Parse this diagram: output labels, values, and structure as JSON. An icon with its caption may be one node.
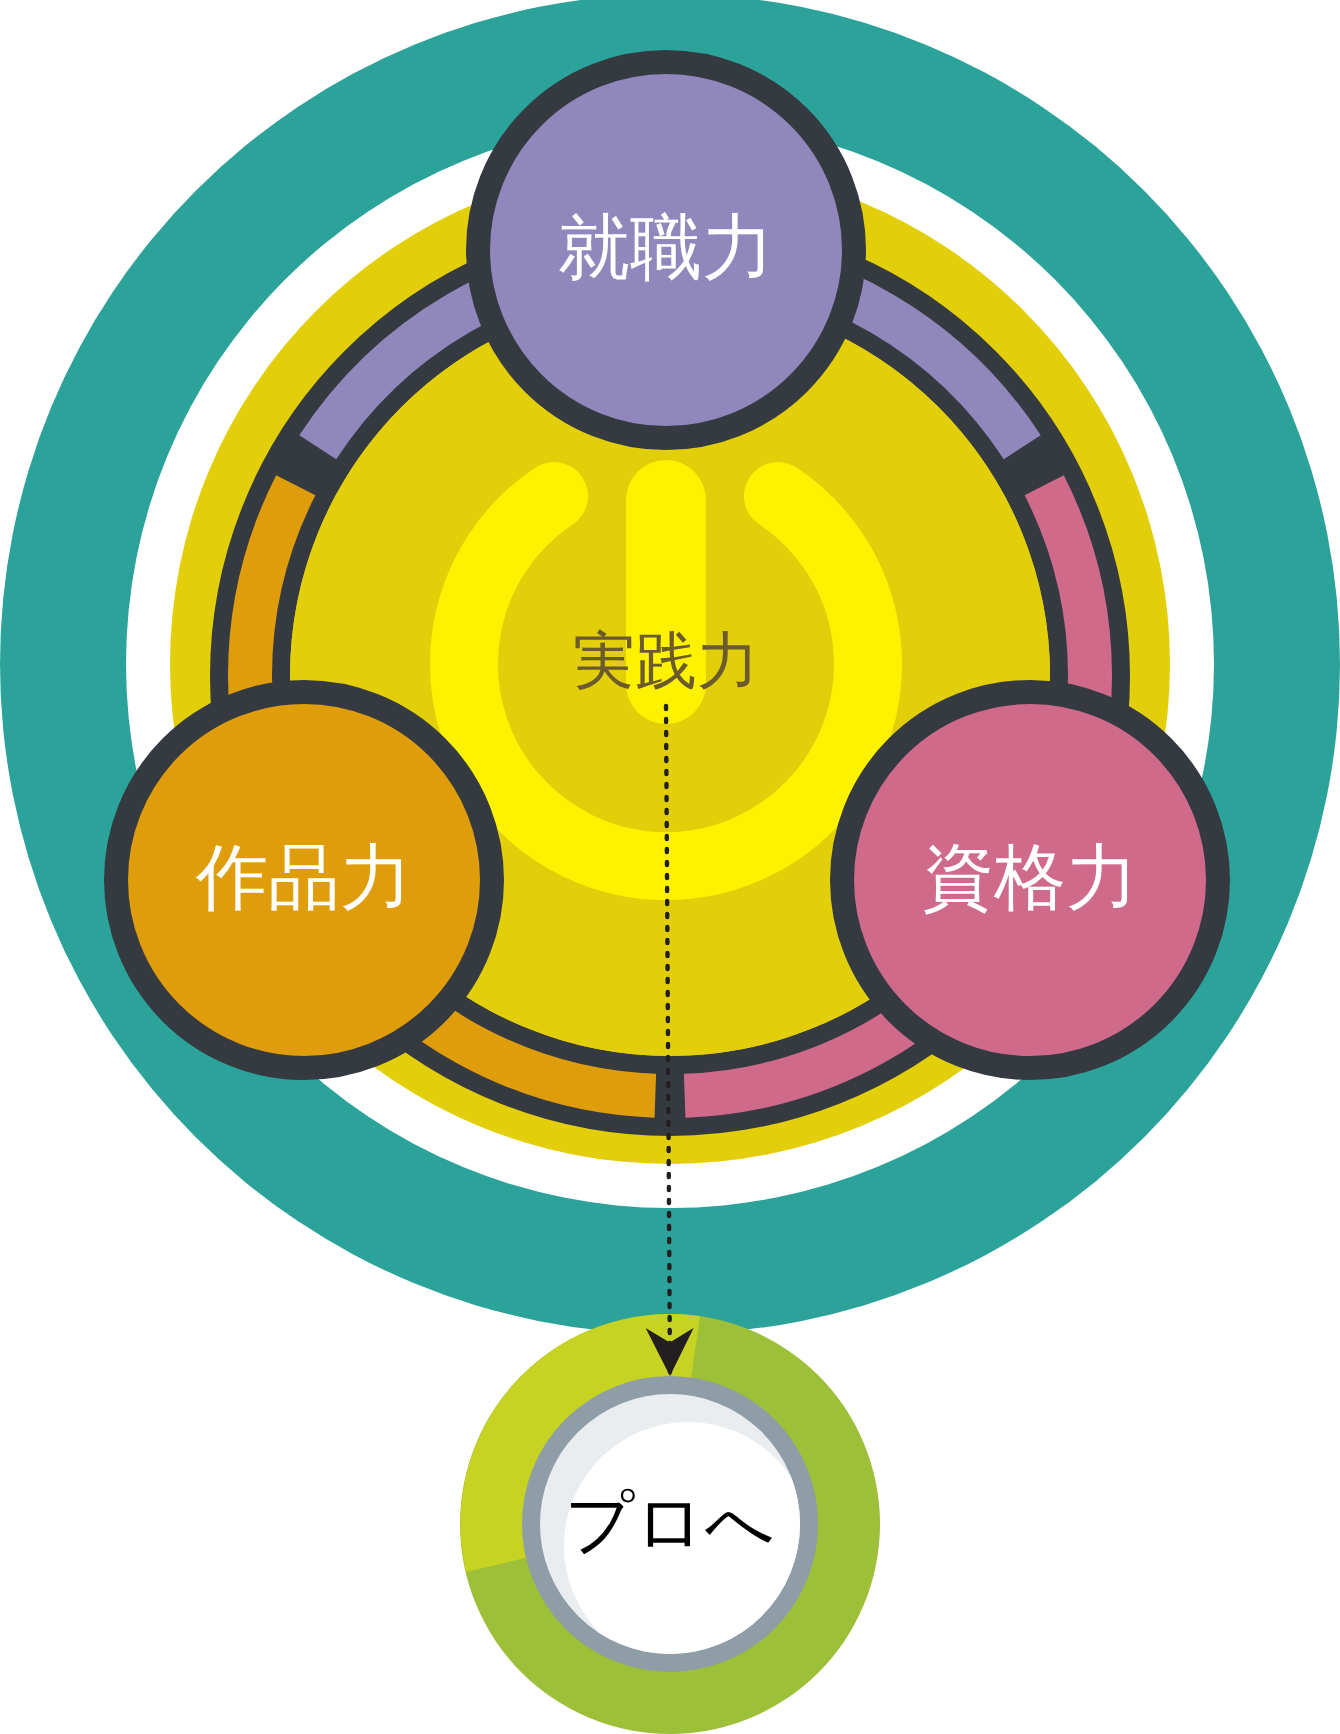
{
  "diagram": {
    "nodes": [
      {
        "text": [
          "実践力"
        ]
      },
      {
        "text": [
          "就職力"
        ]
      },
      {
        "text": [
          "作品力"
        ]
      },
      {
        "text": [
          "資格力"
        ]
      },
      {
        "text": [
          "プロへ"
        ]
      }
    ],
    "edges": [
      {
        "from": 0,
        "to": 4,
        "arrow": "to",
        "style": "dashed"
      }
    ]
  }
}
